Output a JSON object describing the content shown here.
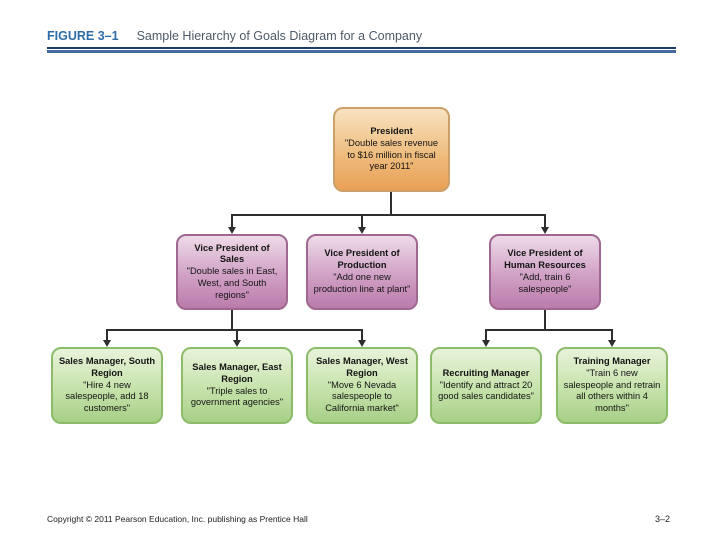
{
  "header": {
    "figure_label": "FIGURE 3–1",
    "title": "Sample Hierarchy of Goals Diagram for a Company"
  },
  "diagram": {
    "type": "hierarchy",
    "nodes": {
      "president": {
        "role": "President",
        "goal": "\"Double sales revenue to $16 million in fiscal year 2011\""
      },
      "vps": [
        {
          "role": "Vice President of Sales",
          "goal": "\"Double sales in East, West, and South regions\""
        },
        {
          "role": "Vice President of Production",
          "goal": "\"Add one new production line at plant\""
        },
        {
          "role": "Vice President of Human Resources",
          "goal": "\"Add, train 6 salespeople\""
        }
      ],
      "managers": [
        {
          "role": "Sales Manager, South Region",
          "goal": "\"Hire 4 new salespeople, add 18 customers\"",
          "reports_to": "Vice President of Sales"
        },
        {
          "role": "Sales Manager, East Region",
          "goal": "\"Triple sales to government agencies\"",
          "reports_to": "Vice President of Sales"
        },
        {
          "role": "Sales Manager, West Region",
          "goal": "\"Move 6 Nevada salespeople to California market\"",
          "reports_to": "Vice President of Sales"
        },
        {
          "role": "Recruiting Manager",
          "goal": "\"Identify and attract 20 good sales candidates\"",
          "reports_to": "Vice President of Human Resources"
        },
        {
          "role": "Training Manager",
          "goal": "\"Train 6 new salespeople and retrain all others within 4 months\"",
          "reports_to": "Vice President of Human Resources"
        }
      ]
    },
    "edges": [
      {
        "from": "President",
        "to": [
          "Vice President of Sales",
          "Vice President of Production",
          "Vice President of Human Resources"
        ]
      },
      {
        "from": "Vice President of Sales",
        "to": [
          "Sales Manager, South Region",
          "Sales Manager, East Region",
          "Sales Manager, West Region"
        ]
      },
      {
        "from": "Vice President of Human Resources",
        "to": [
          "Recruiting Manager",
          "Training Manager"
        ]
      }
    ],
    "colors": {
      "president_fill_top": "#f8e3c0",
      "president_fill_bottom": "#e9a055",
      "president_border": "#cba06b",
      "vp_fill_top": "#eedbe9",
      "vp_fill_bottom": "#bb7cab",
      "vp_border": "#a06890",
      "manager_fill_top": "#e8f3da",
      "manager_fill_bottom": "#a7d087",
      "manager_border": "#8cbc6a",
      "connector": "#2e2e2e",
      "figure_label_blue": "#2e6ca8",
      "rule_blue": "#466b9e"
    }
  },
  "footer": {
    "copyright": "Copyright © 2011 Pearson Education, Inc. publishing as Prentice Hall",
    "page_number": "3–2"
  }
}
